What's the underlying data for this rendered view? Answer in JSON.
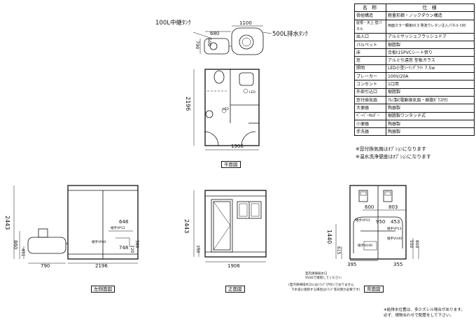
{
  "plan": {
    "tank_in": "100L中継ﾀﾝｸ",
    "tank_out": "500L排水ﾀﾝｸ",
    "dim_680": "680",
    "dim_1100": "1100",
    "dim_500": "500",
    "dim_790": "790",
    "dim_2196": "2196",
    "dim_1906": "1906",
    "led1": "LED",
    "led2": "LED",
    "title": "平面図"
  },
  "left_view": {
    "dim_2443": "2443",
    "dim_860": "860",
    "dim_451": "451",
    "dim_790": "790",
    "dim_2196": "2196",
    "dim_648": "648",
    "dim_748": "748",
    "dim_580": "580",
    "dim_720": "720",
    "pipe_label1": "継手VP40",
    "pipe_label2": "継手VP13",
    "title": "左側面図"
  },
  "front_view": {
    "dim_2443": "2443",
    "dim_150": "150",
    "dim_1906": "1906",
    "title": "正面図"
  },
  "back_view": {
    "dim_600": "600",
    "dim_803": "803",
    "dim_950": "950",
    "dim_453": "453",
    "dim_1440": "1440",
    "dim_615": "615",
    "dim_550": "550",
    "dim_800": "800",
    "dim_395a": "395",
    "dim_355": "355",
    "pipe_a": "継手VP13",
    "pipe_b": "継手VP13",
    "pipe_c": "継手VU40",
    "pipe_d": "継手VU40",
    "drain_note1": "室内清掃排水口",
    "drain_note2": "VS30で接続してください",
    "drain_note3": "(室内清掃排水口にはﾄﾗｯﾌﾟが付いておりません",
    "drain_note4": "下水道に接続する場合はﾄﾗｯﾌﾟ等対策が必要です)",
    "title": "背面図"
  },
  "spec_table": {
    "head_name": "名 称",
    "head_spec": "仕 様",
    "rows": [
      {
        "k": "骨組構造",
        "v": "軽量形鋼・ノックダウン構造"
      },
      {
        "k": "屋根・天上 壁パネル",
        "v": "両面カラー鋼板t0.3 発泡ウレタン注入パネル t30"
      },
      {
        "k": "出入口",
        "v": "アルミサッシュフラッシュドア"
      },
      {
        "k": "パルペット",
        "v": "樹脂製"
      },
      {
        "k": "床",
        "v": "合板t15PVCシート張り"
      },
      {
        "k": "窓",
        "v": "アルミ引違窓 型板ガラス"
      },
      {
        "k": "照明",
        "v": "LED小型ｼｰﾘﾝｸﾞﾗｲﾄ 7.5w"
      },
      {
        "k": "ブレーカー",
        "v": "100V/20A"
      },
      {
        "k": "コンセント",
        "v": "1口用"
      },
      {
        "k": "外部引込口",
        "v": "樹脂製"
      },
      {
        "k": "窓付換気扇",
        "v": "ｱﾙﾐ製(電動換気扇・樹脂ｶﾞﾗｽ付)"
      },
      {
        "k": "大便器",
        "v": "陶器製"
      },
      {
        "k": "ﾍﾟｰﾊﾟｰﾎﾙﾀﾞｰ",
        "v": "樹脂製ワンタッチ式"
      },
      {
        "k": "小便器",
        "v": "陶器製"
      },
      {
        "k": "手洗器",
        "v": "陶器製"
      }
    ]
  },
  "notes": [
    "※窓付換気扇はｵﾌﾟｼｮﾝになります",
    "※温水洗浄便座はｵﾌﾟｼｮﾝになります"
  ],
  "footnote": [
    "※給排水位置は、多少ズレル場合があります。",
    "必ず、現物合わせで配管をして下さい。"
  ]
}
